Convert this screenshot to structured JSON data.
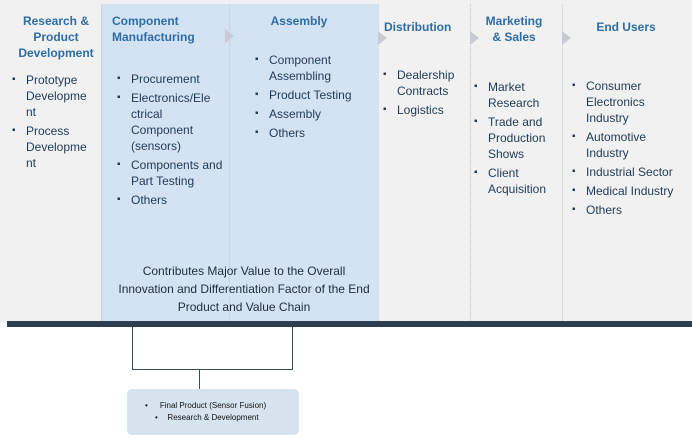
{
  "columns": [
    {
      "header": "Research & Product Development",
      "items": [
        "Prototype Developme nt",
        "Process Developme nt"
      ]
    },
    {
      "header": "Component Manufacturing",
      "items": [
        "Procurement",
        "Electronics/Ele ctrical Component (sensors)",
        "Components and Part Testing",
        "Others"
      ]
    },
    {
      "header": "Assembly",
      "items": [
        "Component Assembling",
        "Product Testing",
        "Assembly",
        "Others"
      ]
    },
    {
      "header": "Distribution",
      "items": [
        "Dealership Contracts",
        "Logistics"
      ]
    },
    {
      "header": "Marketing & Sales",
      "items": [
        "Market Research",
        "Trade and Production Shows",
        "Client Acquisition"
      ]
    },
    {
      "header": "End Users",
      "items": [
        "Consumer Electronics Industry",
        "Automotive Industry",
        "Industrial Sector",
        "Medical Industry",
        "Others"
      ]
    }
  ],
  "contribution_note": "Contributes Major Value to the Overall Innovation and Differentiation Factor of the End Product and Value Chain",
  "final_box": {
    "items": [
      "Final Product (Sensor Fusion)",
      "Research & Development"
    ]
  },
  "colors": {
    "header": "#2e6da4",
    "highlight": "#d3e3f3",
    "band": "#f1f1f1",
    "bar": "#2c3e50",
    "final_box": "#d6e4f0"
  }
}
